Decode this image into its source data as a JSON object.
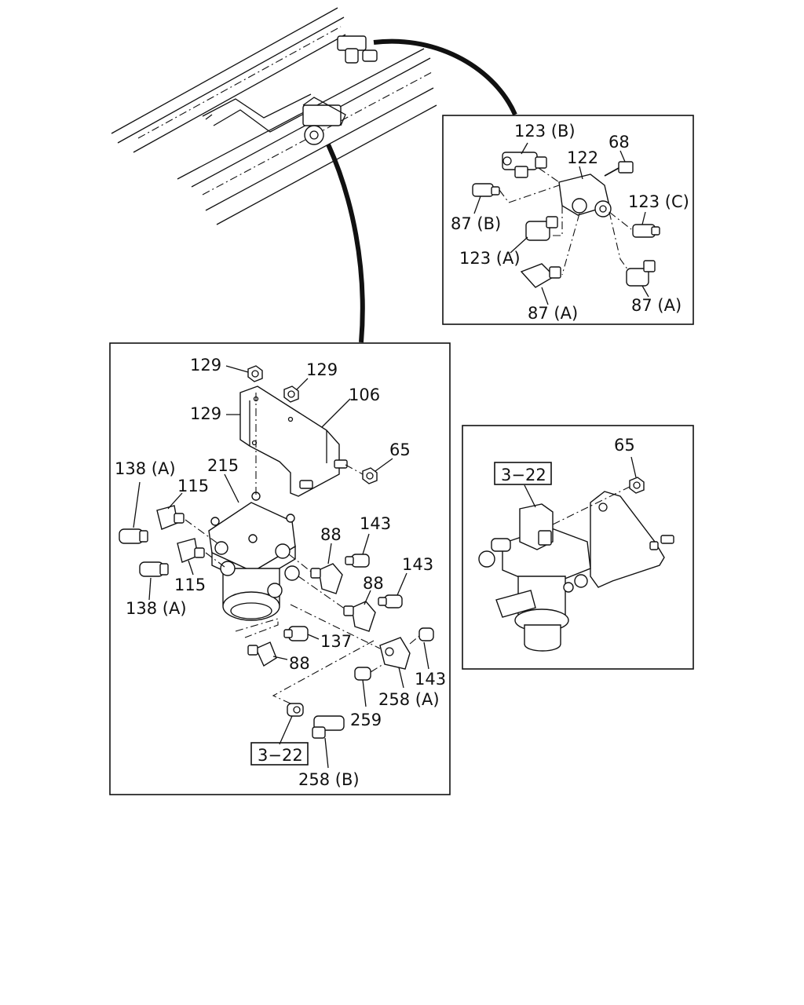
{
  "callouts": {
    "top_right": {
      "p123b": "123 (B)",
      "p122": "122",
      "p68": "68",
      "p123c": "123 (C)",
      "p87b": "87 (B)",
      "p123a": "123 (A)",
      "p87a_left": "87 (A)",
      "p87a_right": "87 (A)"
    },
    "main": {
      "p129_a": "129",
      "p129_b": "129",
      "p129_c": "129",
      "p106": "106",
      "p65": "65",
      "p138a_top": "138 (A)",
      "p115_top": "115",
      "p215": "215",
      "p88_a": "88",
      "p143_a": "143",
      "p143_b": "143",
      "p88_b": "88",
      "p115_bottom": "115",
      "p138a_bottom": "138 (A)",
      "p137": "137",
      "p88_c": "88",
      "p143_c": "143",
      "p258a": "258 (A)",
      "p259": "259",
      "ref_3_22": "3−22",
      "p258b": "258 (B)"
    },
    "side": {
      "ref_3_22": "3−22",
      "p65": "65"
    }
  }
}
